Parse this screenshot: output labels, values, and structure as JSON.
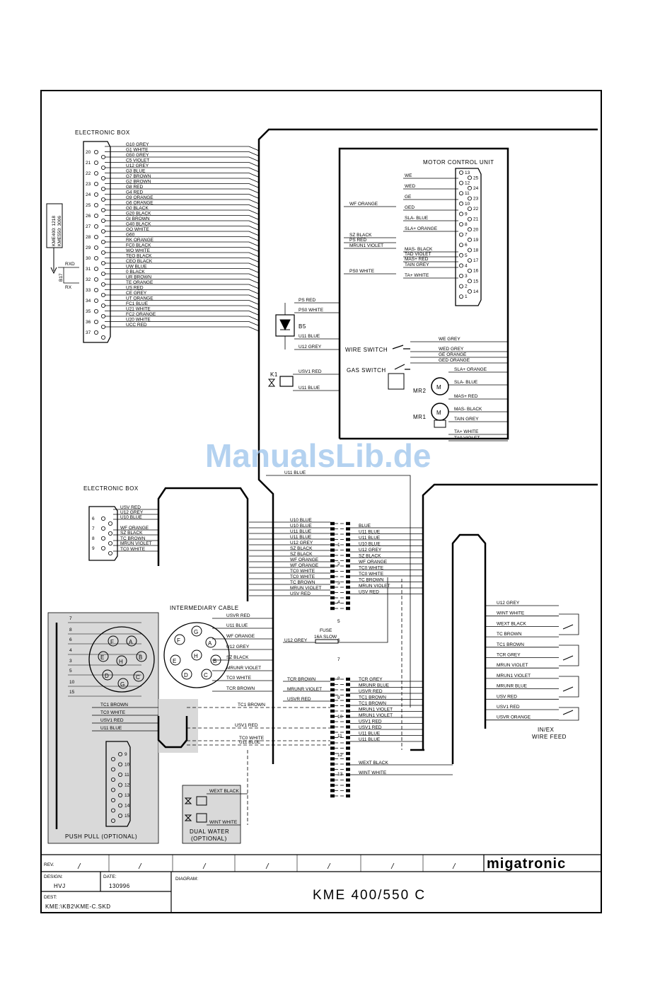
{
  "watermark": "ManualsLib.de",
  "electronic_box_1": {
    "title": "ELECTRONIC BOX",
    "pins_left": [
      "20",
      "21",
      "22",
      "23",
      "24",
      "25",
      "26",
      "27",
      "28",
      "29",
      "30",
      "31",
      "32",
      "33",
      "34",
      "35",
      "36",
      "37"
    ],
    "wires": [
      "G10 GREY",
      "G1 WHITE",
      "G50 GREY",
      "C5 VIOLET",
      "U12 GREY",
      "G3 BLUE",
      "G7 BROWN",
      "G2 BROWN",
      "G8 RED",
      "G4 RED",
      "G9 ORANGE",
      "G6 ORANGE",
      "G0 BLACK",
      "G20 BLACK",
      "GI BROWN",
      "G40 BLACK",
      "GO WHITE",
      "G60",
      "RK ORANGE",
      "FC0 BLACK",
      "WO WHITE",
      "TEO BLACK",
      "CEO BLACK",
      "UW BLUE",
      "0 BLACK",
      "UR BROWN",
      "TE ORANGE",
      "US RED",
      "CE GREY",
      "UT ORANGE",
      "FC1 BLUE",
      "U21 WHITE",
      "FC2 ORANGE",
      "U20 WHITE",
      "UCC RED"
    ],
    "side_note_1": "KME400: 1218",
    "side_note_2": "KME550: 3006",
    "rxd": "RXD",
    "rx": "RX",
    "b17": "B17"
  },
  "motor_control_unit": {
    "title": "MOTOR CONTROL UNIT",
    "signals": [
      "WE",
      "WED",
      "GE",
      "GED",
      "SLA- BLUE",
      "SLA+ ORANGE",
      "MAS- BLACK",
      "TAD VIOLET",
      "MAS+ RED",
      "TAIN GREY",
      "TA+ WHITE"
    ],
    "pins": [
      "13",
      "25",
      "12",
      "24",
      "11",
      "23",
      "10",
      "22",
      "9",
      "21",
      "8",
      "20",
      "7",
      "19",
      "6",
      "18",
      "5",
      "17",
      "4",
      "16",
      "3",
      "15",
      "2",
      "14",
      "1"
    ],
    "inputs": [
      "WF ORANGE",
      "SZ BLACK",
      "PS RED",
      "MRUN1 VIOLET",
      "PS0 WHITE"
    ]
  },
  "b5": {
    "label": "B5",
    "wires": [
      "PS RED",
      "PS0 WHITE",
      "U11 BLUE",
      "U12 GREY"
    ]
  },
  "k1": {
    "label": "K1",
    "wires": [
      "USV1 RED",
      "U11 BLUE"
    ]
  },
  "wire_switch": "WIRE SWITCH",
  "gas_switch": "GAS SWITCH",
  "switch_wires": [
    "WE GREY",
    "WED GREY",
    "GE ORANGE",
    "GED ORANGE"
  ],
  "mr2": {
    "label": "MR2",
    "motor": "M",
    "wires": [
      "SLA+ ORANGE",
      "SLA- BLUE",
      "MAS+ RED"
    ]
  },
  "mr1": {
    "label": "MR1",
    "motor": "M",
    "wires": [
      "MAS- BLACK",
      "TAIN GREY",
      "TA+ WHITE",
      "TA0 VIOLET"
    ]
  },
  "u11_blue": "U11 BLUE",
  "electronic_box_2": {
    "title": "ELECTRONIC BOX",
    "pins": [
      "6",
      "7",
      "8",
      "9"
    ],
    "wires": [
      "USV RED",
      "U12 GREY",
      "U10 BLUE",
      "WF ORANGE",
      "SZ BLACK",
      "TC BROWN",
      "MRUN VIOLET",
      "TC0 WHITE"
    ]
  },
  "terminal_left": [
    "U10 BLUE",
    "U10 BLUE",
    "U11 BLUE",
    "U11 BLUE",
    "U12 GREY",
    "SZ BLACK",
    "SZ BLACK",
    "WF ORANGE",
    "WF ORANGE",
    "TC0 WHITE",
    "TC0 WHITE",
    "TC BROWN",
    "MRUN VIOLET",
    "USV RED"
  ],
  "terminal_right": [
    "BLUE",
    "U11 BLUE",
    "U11 BLUE",
    "U10 BLUE",
    "U12 GREY",
    "SZ BLACK",
    "WF ORANGE",
    "TC0 WHITE",
    "TC0 WHITE",
    "TC BROWN",
    "MRUN VIOLET",
    "USV RED"
  ],
  "terminal2_left": [
    "TCR BROWN",
    "MRUNR VIOLET",
    "USVR RED"
  ],
  "terminal2_right": [
    "TCR GREY",
    "MRUNR BLUE",
    "USVR RED",
    "TC1 BROWN",
    "TC1 BROWN",
    "MRUN1 VIOLET",
    "MRUN1 VIOLET",
    "USV1 RED",
    "USV1 RED",
    "U11 BLUE",
    "U11 BLUE",
    "WEXT BLACK",
    "WINT WHITE"
  ],
  "terminal_numbers": [
    "1",
    "2",
    "3",
    "4",
    "5",
    "6",
    "7",
    "8",
    "9",
    "10",
    "11",
    "12",
    "13"
  ],
  "intermediary_cable": {
    "title": "INTERMEDIARY CABLE",
    "pins": [
      "G",
      "F",
      "A",
      "H",
      "E",
      "B",
      "D",
      "C"
    ],
    "wires": [
      "USVR RED",
      "U11 BLUE",
      "WF ORANGE",
      "U12 GREY",
      "SZ BLACK",
      "MRUNR VIOLET",
      "TC0 WHITE",
      "TCR BROWN"
    ]
  },
  "fuse": {
    "label": "FUSE",
    "rating": "16A SLOW",
    "wire": "U12 GREY"
  },
  "push_pull": {
    "title": "PUSH PULL (OPTIONAL)",
    "left_numbers": [
      "7",
      "8",
      "6",
      "4",
      "3",
      "5",
      "10",
      "15"
    ],
    "pins": [
      "F",
      "A",
      "E",
      "H",
      "B",
      "D",
      "C",
      "G"
    ],
    "connector_pins": [
      "9",
      "10",
      "11",
      "12",
      "13",
      "14",
      "15"
    ],
    "wires": [
      "TC1 BROWN",
      "TC0 WHITE",
      "USV1 RED",
      "U11 BLUE"
    ]
  },
  "cable_labels": [
    "TC1 BROWN",
    "USV1 RED",
    "TC0 WHITE",
    "U11 BLUE"
  ],
  "dual_water": {
    "title": "DUAL WATER",
    "subtitle": "(OPTIONAL)",
    "wires": [
      "WEXT BLACK",
      "WINT WHITE"
    ]
  },
  "in_ex": {
    "title": "IN/EX",
    "subtitle": "WIRE FEED",
    "wires": [
      "U12 GREY",
      "WINT WHITE",
      "WEXT BLACK",
      "TC BROWN",
      "TC1 BROWN",
      "TCR GREY",
      "MRUN VIOLET",
      "MRUN1 VIOLET",
      "MRUNR BLUE",
      "USV RED",
      "USV1 RED",
      "USVR ORANGE"
    ]
  },
  "title_block": {
    "rev_label": "REV.",
    "design_label": "DESIGN:",
    "design_value": "HVJ",
    "date_label": "DATE:",
    "date_value": "130996",
    "diagram_label": "DIAGRAM:",
    "dest_label": "DEST:",
    "dest_value": "KME:\\KB2\\KME-C.SKD",
    "logo": "migatronic",
    "diagram_title": "KME 400/550 C"
  }
}
